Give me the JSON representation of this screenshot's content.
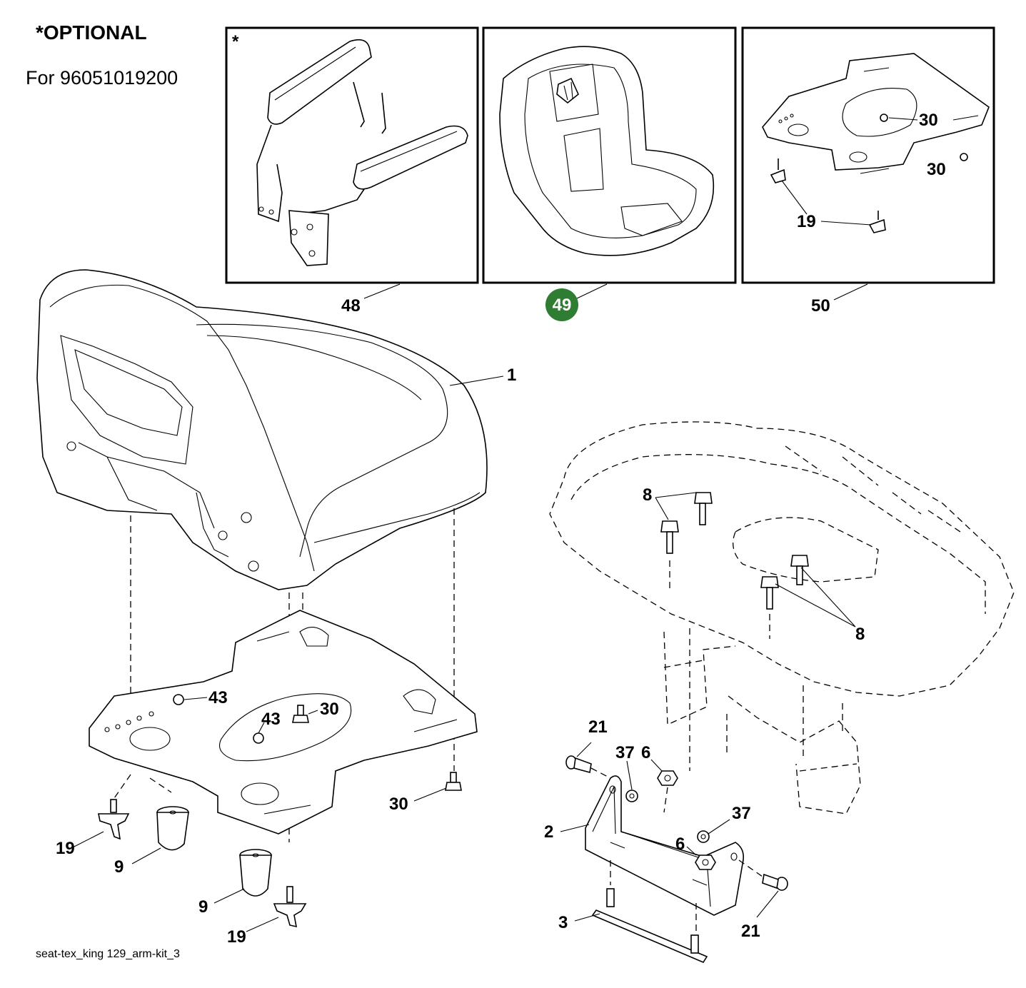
{
  "header": {
    "optional_label": "*OPTIONAL",
    "model_label": "For 96051019200"
  },
  "footer": {
    "reference": "seat-tex_king 129_arm-kit_3"
  },
  "optional_boxes": [
    {
      "marker": "*",
      "callout": "48"
    },
    {
      "marker": "",
      "callout": "49",
      "highlighted": true,
      "highlight_color": "#2e7d32"
    },
    {
      "marker": "",
      "callout": "50"
    }
  ],
  "callouts": {
    "seat": "1",
    "bracket": "2",
    "plate": "3",
    "nut_6_a": "6",
    "nut_6_b": "6",
    "bolt_8_a": "8",
    "bolt_8_b": "8",
    "bumper_9_a": "9",
    "bumper_9_b": "9",
    "knob_19_a": "19",
    "knob_19_b": "19",
    "knob_19_box": "19",
    "bolt_21_a": "21",
    "bolt_21_b": "21",
    "screw_30_a": "30",
    "screw_30_b": "30",
    "screw_30_box_a": "30",
    "screw_30_box_b": "30",
    "nut_37_a": "37",
    "nut_37_b": "37",
    "clip_43_a": "43",
    "clip_43_b": "43"
  }
}
